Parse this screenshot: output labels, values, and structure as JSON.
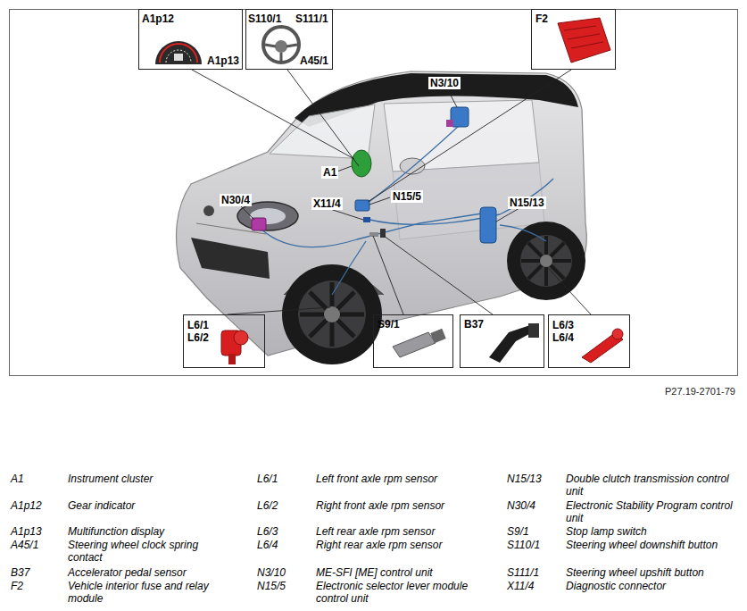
{
  "diagram": {
    "nodes": [
      {
        "text": [
          "A1p12",
          "A1p13"
        ]
      },
      {
        "text": [
          "S110/1",
          "S111/1",
          "A45/1"
        ]
      },
      {
        "text": [
          "F2"
        ]
      },
      {
        "text": [
          "L6/1",
          "L6/2"
        ]
      },
      {
        "text": [
          "S9/1"
        ]
      },
      {
        "text": [
          "B37"
        ]
      },
      {
        "text": [
          "L6/3",
          "L6/4"
        ]
      }
    ],
    "labels": [
      "N3/10",
      "A1",
      "N30/4",
      "X11/4",
      "N15/5",
      "N15/13",
      "P27.19-2701-79",
      "A1",
      "Instrument cluster",
      "A1p12",
      "Gear indicator",
      "A1p13",
      "Multifunction display",
      "A45/1",
      "Steering wheel clock spring contact",
      "B37",
      "Accelerator pedal sensor",
      "F2",
      "Vehicle interior fuse and relay module",
      "L6/1",
      "Left front axle rpm sensor",
      "L6/2",
      "Right front axle rpm sensor",
      "L6/3",
      "Left rear axle rpm sensor",
      "L6/4",
      "Right rear axle rpm sensor",
      "N3/10",
      "ME-SFI [ME] control unit",
      "N15/5",
      "Electronic selector lever module control unit",
      "N15/13",
      "Double clutch transmission control unit",
      "N30/4",
      "Electronic Stability Program control unit",
      "S9/1",
      "Stop lamp switch",
      "S110/1",
      "Steering wheel downshift button",
      "S111/1",
      "Steering wheel upshift button",
      "X11/4",
      "Diagnostic connector"
    ]
  }
}
